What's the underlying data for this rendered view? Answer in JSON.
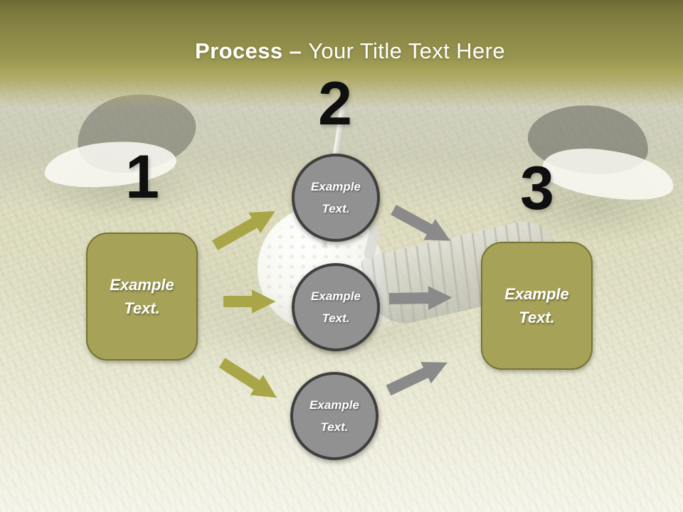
{
  "header": {
    "title_bold": "Process",
    "title_dash": "–",
    "title_rest": "Your Title Text Here"
  },
  "diagram": {
    "number1": "1",
    "number2": "2",
    "number3": "3",
    "left_box": {
      "text": "Example Text."
    },
    "right_box": {
      "text": "Example Text."
    },
    "circles": [
      {
        "text": "Example Text."
      },
      {
        "text": "Example Text."
      },
      {
        "text": "Example Text."
      }
    ],
    "left_arrow_icons": [
      "arrow-up-right",
      "arrow-right",
      "arrow-down-right"
    ],
    "right_arrow_icons": [
      "arrow-down-right",
      "arrow-right",
      "arrow-up-right"
    ]
  },
  "colors": {
    "header-top": "#6d6b34",
    "header-bottom": "#a9a55c",
    "olive-fill": "#a6a359",
    "olive-border": "#767433",
    "circle-fill": "#919191",
    "circle-border": "#3f3f3f",
    "arrow-olive": "#a9a647",
    "arrow-gray": "#8a8a8a",
    "title-text": "#ffffff",
    "number-text": "#0f0f0f",
    "shape-text": "#ffffff"
  }
}
